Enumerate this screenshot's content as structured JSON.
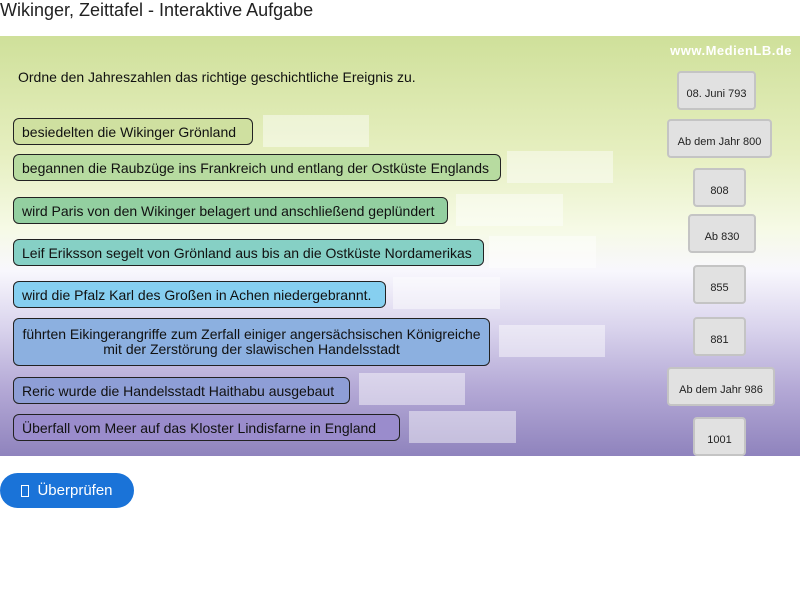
{
  "page": {
    "title": "Wikinger, Zeittafel - Interaktive Aufgabe"
  },
  "exercise": {
    "logo": "www.MedienLB.de",
    "instruction": "Ordne den Jahreszahlen das richtige geschichtliche Ereignis zu.",
    "events": [
      {
        "text": "besiedelten die Wikinger Grönland",
        "color": "#cfe0a0"
      },
      {
        "text": "begannen die Raubzüge ins Frankreich und entlang der Ostküste Englands",
        "color": "#b7dba0"
      },
      {
        "text": "wird Paris von den Wikinger belagert und anschließend geplündert",
        "color": "#93cfa0"
      },
      {
        "text": "Leif Eriksson segelt von Grönland  aus bis an die Ostküste Nordamerikas",
        "color": "#86d0c5"
      },
      {
        "text": "wird die Pfalz Karl des Großen in Achen niedergebrannt.",
        "color": "#86cff0"
      },
      {
        "line1": "führten Eikingerangriffe zum Zerfall einiger angersächsischen Königreiche",
        "line2": "mit der Zerstörung der slawischen Handelsstadt",
        "color": "#8cb0e0"
      },
      {
        "text": "Reric wurde die Handelsstadt Haithabu ausgebaut",
        "color": "#8e9ed6"
      },
      {
        "text": "Überfall vom Meer auf das Kloster  Lindisfarne in England",
        "color": "#9a8ccc"
      }
    ],
    "years": [
      "08. Juni 793",
      "Ab dem Jahr 800",
      "808",
      "Ab 830",
      "855",
      "881",
      "Ab dem Jahr 986",
      "1001"
    ]
  },
  "actions": {
    "check_label": "Überprüfen",
    "check_icon": "check-icon"
  }
}
